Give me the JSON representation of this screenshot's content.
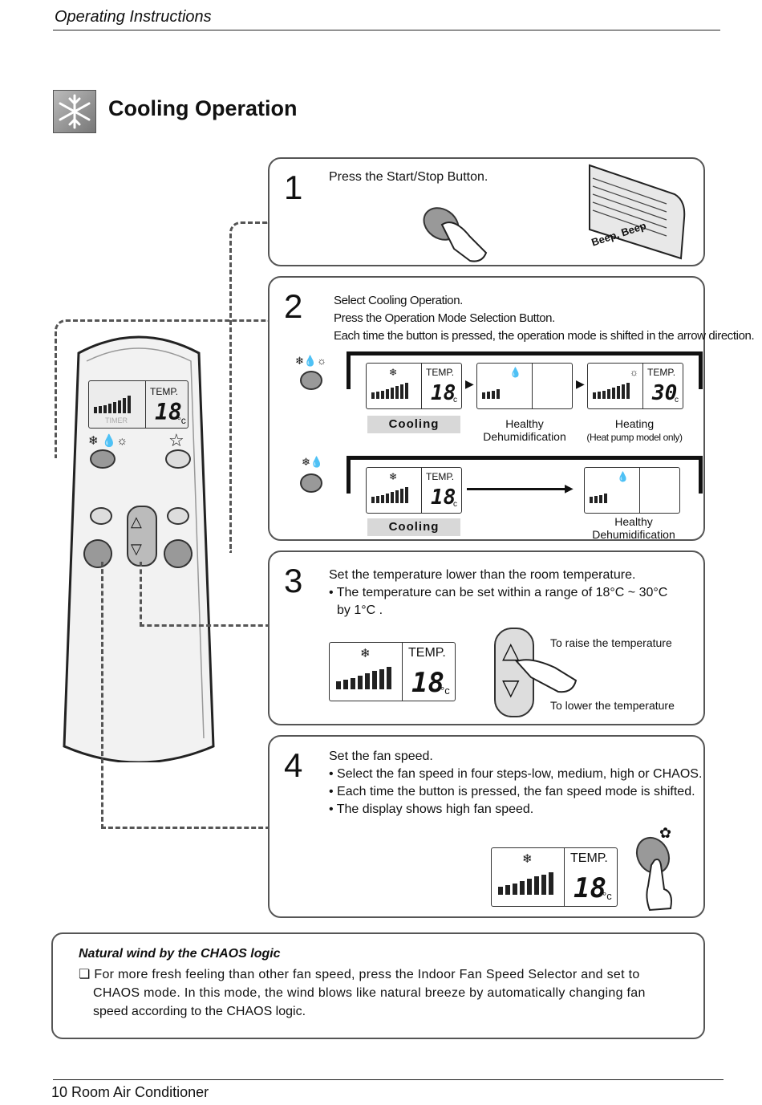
{
  "header": {
    "section": "Operating Instructions"
  },
  "title": "Cooling Operation",
  "steps": {
    "s1": {
      "num": "1",
      "text": "Press the Start/Stop Button.",
      "beep": "Beep, Beep"
    },
    "s2": {
      "num": "2",
      "line1": "Select Cooling Operation.",
      "line2": "Press the Operation Mode Selection Button.",
      "line3": "Each time the button is pressed, the operation mode is shifted in the arrow direction.",
      "temp": "TEMP.",
      "temp_value": "18",
      "temp_heat": "30",
      "unit": "°c",
      "cooling": "Cooling",
      "healthy_l1": "Healthy",
      "healthy_l2": "Dehumidification",
      "heating_l1": "Heating",
      "heating_l2": "(Heat pump model only)"
    },
    "s3": {
      "num": "3",
      "line1": "Set the temperature lower than the room temperature.",
      "line2": "• The temperature can be set within a range of 18°C ~ 30°C",
      "line3": "by 1°C .",
      "raise": "To raise the temperature",
      "lower": "To lower the temperature"
    },
    "s4": {
      "num": "4",
      "line1": "Set the fan speed.",
      "line2": "• Select the fan speed in four steps-low, medium, high or CHAOS.",
      "line3": "• Each time the button is pressed, the fan speed mode is shifted.",
      "line4": "• The display shows high fan speed."
    }
  },
  "remote": {
    "temp": "TEMP.",
    "value": "18",
    "unit": "°c",
    "timer": "TIMER"
  },
  "note": {
    "title": "Natural wind by the CHAOS logic",
    "l1": "❏ For more fresh feeling than other fan speed, press the Indoor Fan Speed Selector and set to",
    "l2": "CHAOS mode. In this mode, the wind blows like natural breeze by automatically changing fan",
    "l3": "speed according to the CHAOS logic."
  },
  "footer": "10 Room Air Conditioner",
  "colors": {
    "border": "#555555",
    "label_bg": "#d8d8d8",
    "button": "#999999"
  }
}
